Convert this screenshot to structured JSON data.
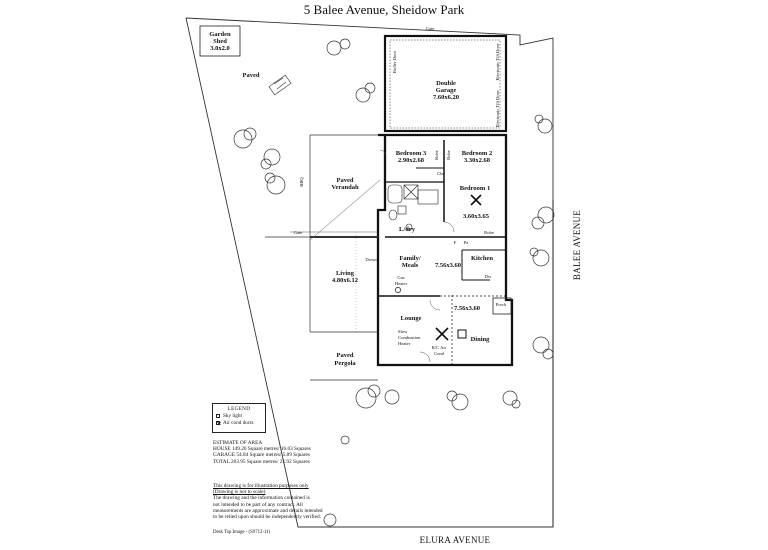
{
  "title": "5 Balee Avenue, Sheidow Park",
  "streets": {
    "east": "BALEE AVENUE",
    "south": "ELURA AVENUE"
  },
  "outdoor": {
    "garden_shed_name": "Garden",
    "garden_shed_name2": "Shed",
    "garden_shed_size": "3.0x2.0",
    "paved": "Paved",
    "gate_top": "Gate",
    "gate_left": "Gate",
    "bbq": "BBQ",
    "verandah_1": "Paved",
    "verandah_2": "Verandah",
    "pergola_1": "Paved",
    "pergola_2": "Pergola"
  },
  "rooms": {
    "garage_1": "Double",
    "garage_2": "Garage",
    "garage_size": "7.60x6.20",
    "roller_door": "Roller Door",
    "tilt_door": "Electronic Tilt Door",
    "bed3": "Bedroom 3",
    "bed3_size": "2.90x2.68",
    "bed2": "Bedroom 2",
    "bed2_size": "3.30x2.68",
    "robe": "Robe",
    "cbd": "Cbd",
    "bed1": "Bedroom 1",
    "bed1_size": "3.60x3.65",
    "ldry": "L/dry",
    "fridge": "F",
    "pantry": "Pa",
    "robe2": "Robe",
    "family_1": "Family/",
    "family_2": "Meals",
    "family_size": "7.56x3.60",
    "down": "Down",
    "kitchen": "Kitchen",
    "dw": "Dw",
    "gas_1": "Gas",
    "gas_2": "Heater",
    "living": "Living",
    "living_size": "4.80x6.12",
    "lounge": "Lounge",
    "lounge_size": "7.56x3.60",
    "porch": "Porch",
    "dining": "Dining",
    "slow_1": "Slow",
    "slow_2": "Combustion",
    "slow_3": "Heater",
    "rc_1": "R/C Air",
    "rc_2": "Cond"
  },
  "legend": {
    "heading": "LEGEND",
    "items": [
      "Sky light",
      "Air cond ducts"
    ]
  },
  "area": {
    "heading": "ESTIMATE OF AREA",
    "house": "HOUSE   149.20 Square metres/ 16.03 Squares",
    "garage": "GARAGE  54.84 Square metres/ 5.89  Squares",
    "total": "TOTAL   203.95 Square metres/ 21.92  Squares"
  },
  "disclaimer": [
    "This drawing is for illustration purposes only",
    "(Drawing is not to scale)",
    "The drawing and the information contained is",
    "not intended to be part of any contract.  All",
    "measurements are approximate and details intended",
    "to be relied upon should be independently verified."
  ],
  "footer": "Desk Top Image -  (S9712-11)"
}
